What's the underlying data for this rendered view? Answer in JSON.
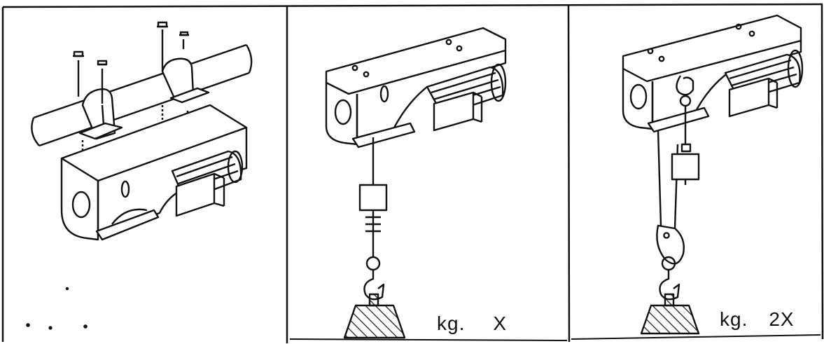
{
  "panels": [
    {
      "id": "mounting",
      "caption": null,
      "parts": [
        "beam",
        "mounting-brackets",
        "bolts",
        "hoist-body",
        "motor",
        "control-box",
        "handle"
      ]
    },
    {
      "id": "single-line",
      "caption": {
        "unit": "kg.",
        "multiplier": "X"
      },
      "parts": [
        "hoist-body",
        "motor",
        "control-box",
        "cable",
        "limit-block",
        "hook",
        "load"
      ]
    },
    {
      "id": "double-line",
      "caption": {
        "unit": "kg.",
        "multiplier": "2X"
      },
      "parts": [
        "hoist-body",
        "motor",
        "control-box",
        "hook",
        "cable",
        "limit-block",
        "pulley-block",
        "hook",
        "load"
      ]
    }
  ],
  "colors": {
    "line": "#111111",
    "paper": "#ffffff"
  }
}
